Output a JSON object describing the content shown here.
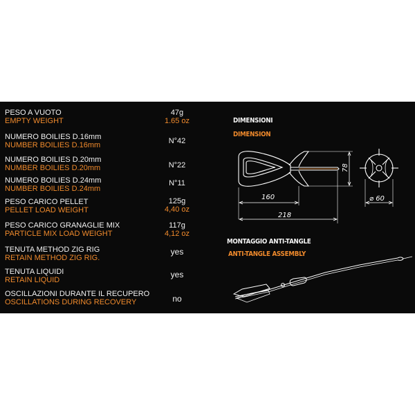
{
  "specs": [
    {
      "label_it": "PESO A VUOTO",
      "label_en": "EMPTY WEIGHT",
      "value": "47g",
      "value_alt": "1.65 oz"
    },
    {
      "label_it": "NUMERO BOILIES D.16mm",
      "label_en": "NUMBER BOILIES  D.16mm",
      "value": "N°42",
      "value_alt": ""
    },
    {
      "label_it": "NUMERO BOILIES  D.20mm",
      "label_en": "NUMBER BOILIES D.20mm",
      "value": "N°22",
      "value_alt": ""
    },
    {
      "label_it": "NUMERO BOILIES D.24mm",
      "label_en": "NUMBER BOILIES D.24mm",
      "value": "N°11",
      "value_alt": ""
    },
    {
      "label_it": "PESO CARICO PELLET",
      "label_en": "PELLET LOAD WEIGHT",
      "value": "125g",
      "value_alt": "4,40 oz"
    },
    {
      "label_it": "PESO CARICO GRANAGLIE MIX",
      "label_en": "PARTICLE MIX LOAD WEIGHT",
      "value": "117g",
      "value_alt": "4,12 oz"
    },
    {
      "label_it": "TENUTA METHOD ZIG RIG",
      "label_en": "RETAIN METHOD ZIG RIG.",
      "value": "yes",
      "value_alt": ""
    },
    {
      "label_it": "TENUTA LIQUIDI",
      "label_en": "RETAIN LIQUID",
      "value": "yes",
      "value_alt": ""
    },
    {
      "label_it": "OSCILLAZIONI DURANTE IL RECUPERO",
      "label_en": "OSCILLATIONS DURING RECOVERY",
      "value": "no",
      "value_alt": ""
    }
  ],
  "dimensions": {
    "title_it": "DIMENSIONI",
    "title_en": "DIMENSION",
    "length_body": "160",
    "length_total": "218",
    "height": "78",
    "diameter": "⌀ 60"
  },
  "assembly": {
    "title_it": "MONTAGGIO ANTI-TANGLE",
    "title_en": "ANTI-TANGLE ASSEMBLY"
  },
  "colors": {
    "background": "#0a0a0a",
    "text": "#f2f2f2",
    "accent": "#f08a2c"
  }
}
